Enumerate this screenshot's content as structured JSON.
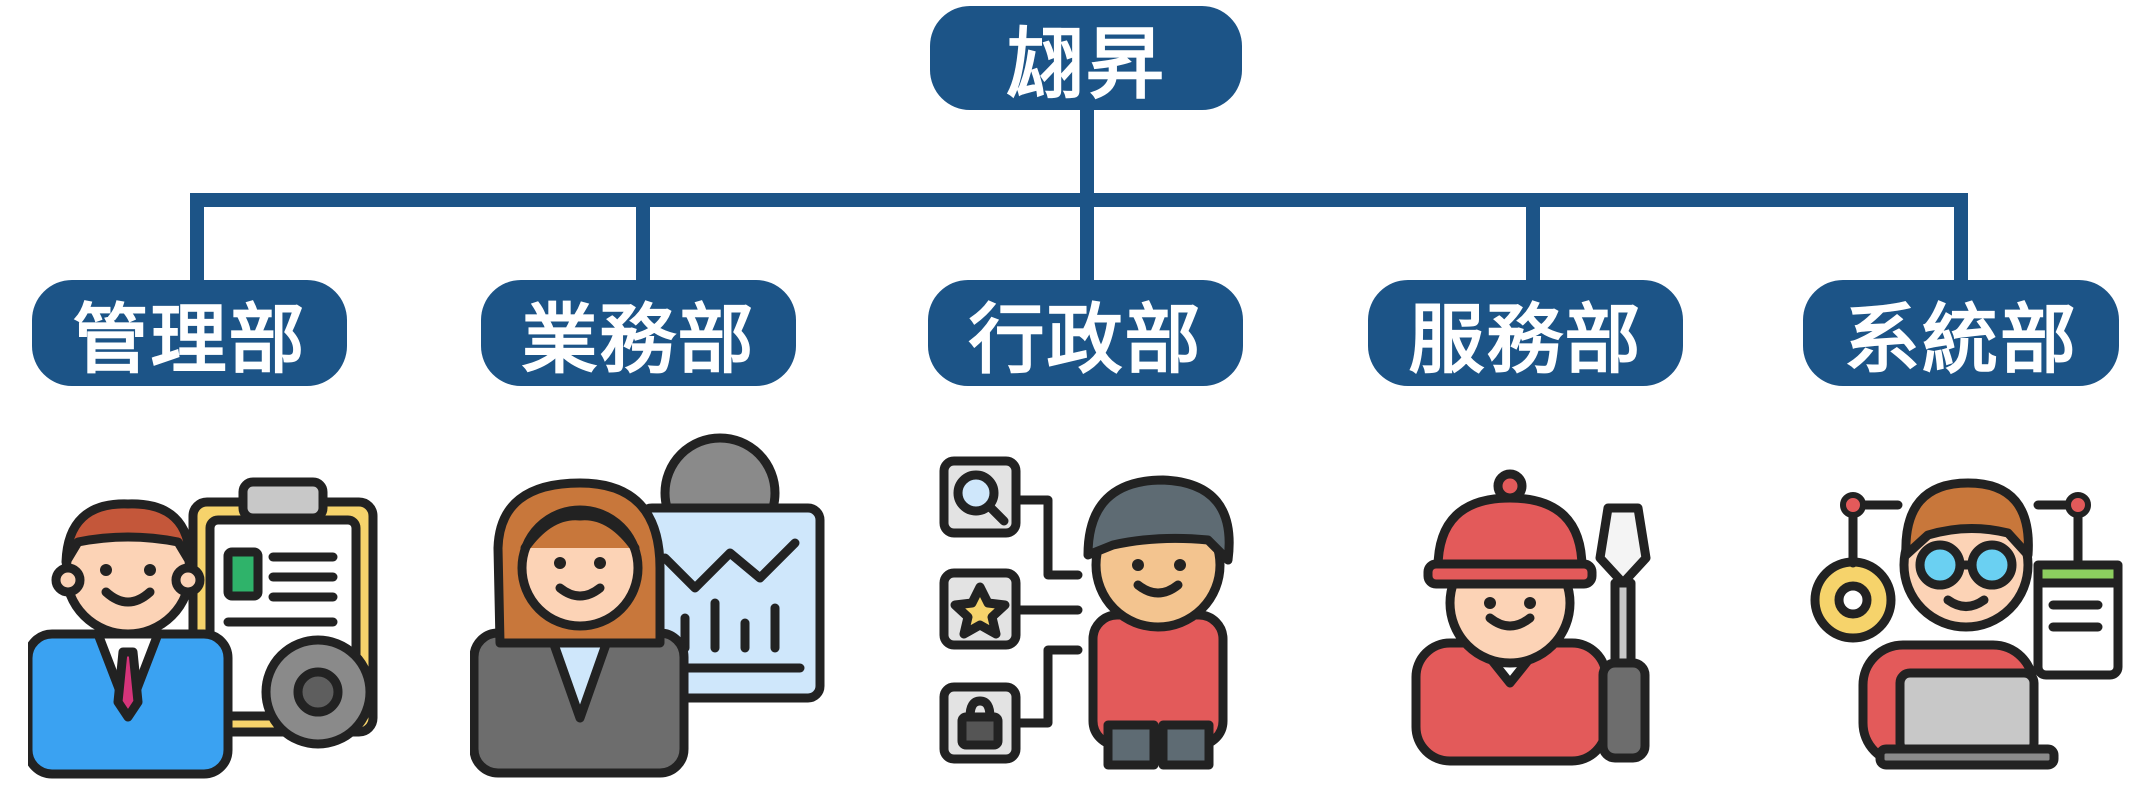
{
  "root": {
    "label": "翃昇"
  },
  "departments": [
    {
      "label": "管理部",
      "illustration": "manager-clipboard-gear-icon"
    },
    {
      "label": "業務部",
      "illustration": "businesswoman-chart-icon"
    },
    {
      "label": "行政部",
      "illustration": "admin-search-star-lock-icon"
    },
    {
      "label": "服務部",
      "illustration": "technician-helmet-screwdriver-icon"
    },
    {
      "label": "系統部",
      "illustration": "engineer-laptop-gear-icon"
    }
  ],
  "colors": {
    "node": "#1c5487",
    "line": "#1c5487",
    "text": "#ffffff"
  }
}
